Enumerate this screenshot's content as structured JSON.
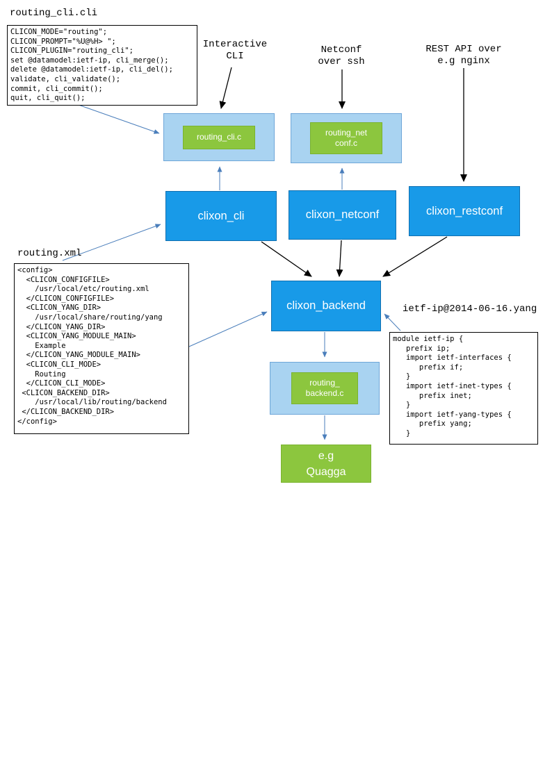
{
  "files": {
    "cli": {
      "title": "routing_cli.cli",
      "code": "CLICON_MODE=\"routing\";\nCLICON_PROMPT=\"%U@%H> \";\nCLICON_PLUGIN=\"routing_cli\";\nset @datamodel:ietf-ip, cli_merge();\ndelete @datamodel:ietf-ip, cli_del();\nvalidate, cli_validate();\ncommit, cli_commit();\nquit, cli_quit();"
    },
    "xml": {
      "title": "routing.xml",
      "code": "<config>\n  <CLICON_CONFIGFILE>\n    /usr/local/etc/routing.xml\n  </CLICON_CONFIGFILE>\n  <CLICON_YANG_DIR>\n    /usr/local/share/routing/yang\n  </CLICON_YANG_DIR>\n  <CLICON_YANG_MODULE_MAIN>\n    Example\n  </CLICON_YANG_MODULE_MAIN>\n  <CLICON_CLI_MODE>\n    Routing\n  </CLICON_CLI_MODE>\n <CLICON_BACKEND_DIR>\n    /usr/local/lib/routing/backend\n </CLICON_BACKEND_DIR>\n</config>"
    },
    "yang": {
      "title": "ietf-ip@2014-06-16.yang",
      "code": "module ietf-ip {\n   prefix ip;\n   import ietf-interfaces {\n      prefix if;\n   }\n   import ietf-inet-types {\n      prefix inet;\n   }\n   import ietf-yang-types {\n      prefix yang;\n   }"
    }
  },
  "annotations": {
    "interactive_cli": "Interactive\nCLI",
    "netconf": "Netconf\nover ssh",
    "rest": "REST API over\ne.g nginx"
  },
  "nodes": {
    "routing_cli_c": "routing_cli.c",
    "routing_netconf_c": "routing_net\nconf.c",
    "clixon_cli": "clixon_cli",
    "clixon_netconf": "clixon_netconf",
    "clixon_restconf": "clixon_restconf",
    "clixon_backend": "clixon_backend",
    "routing_backend_c": "routing_\nbackend.c",
    "quagga": "e.g\nQuagga"
  },
  "colors": {
    "node_blue": "#189ae8",
    "node_light_blue": "#a9d3f1",
    "node_green": "#8cc63e",
    "connector_blue": "#4a7ebb",
    "connector_black": "#000000"
  }
}
